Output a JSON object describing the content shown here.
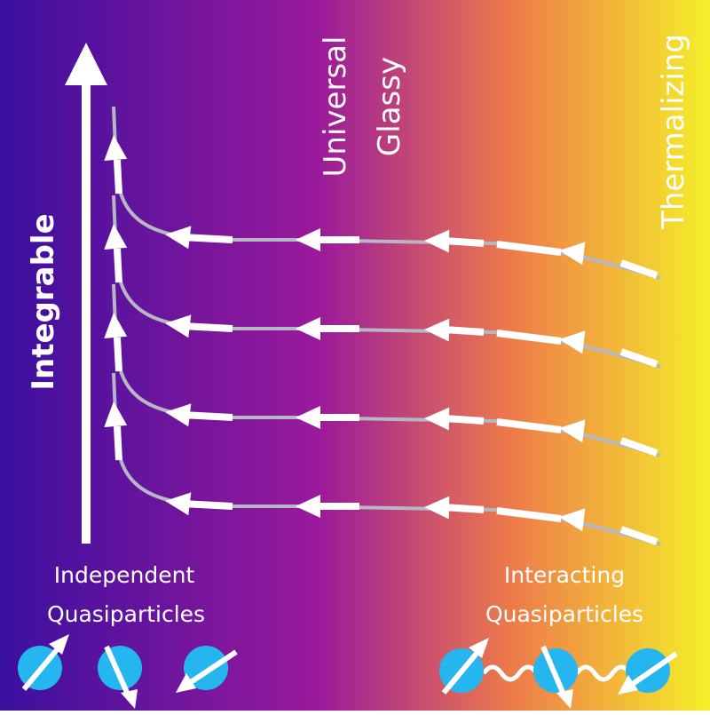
{
  "axis_label": "Integrable",
  "region_labels": {
    "middle_line1": "Universal",
    "middle_line2": "Glassy",
    "right": "Thermalizing"
  },
  "bottom_labels": {
    "left_line1": "Independent",
    "left_line2": "Quasiparticles",
    "right_line1": "Interacting",
    "right_line2": "Quasiparticles"
  },
  "flow_line_count": 4,
  "colors": {
    "gradient_left": "#3b0f9f",
    "gradient_mid": "#9b1a9b",
    "gradient_orange": "#ee7a4a",
    "gradient_right": "#f5ef2a",
    "arrow": "#ffffff",
    "track": "#b7b7c4",
    "spin_disk": "#25b6f0"
  },
  "icons": [
    "up-arrow-icon",
    "flow-arrow-icon",
    "spin-particle-icon",
    "wavy-interaction-icon"
  ]
}
